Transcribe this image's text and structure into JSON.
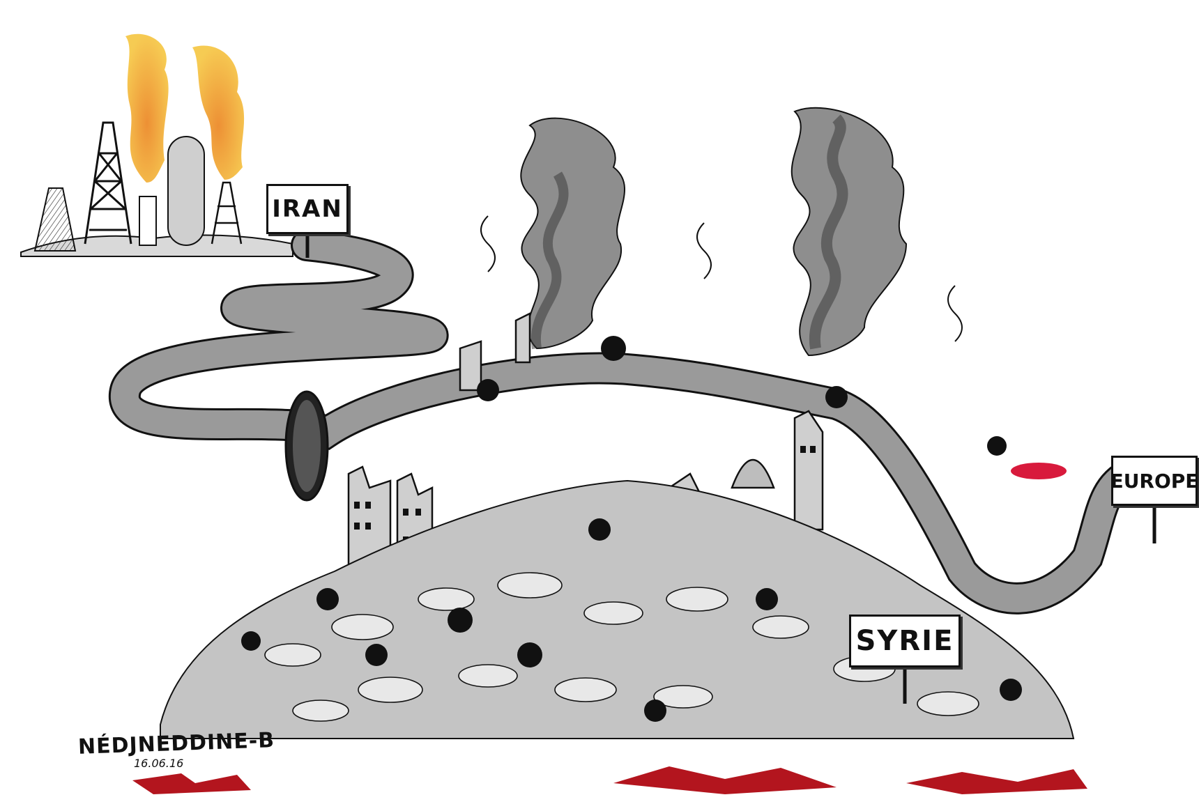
{
  "signs": {
    "iran": "IRAN",
    "europe": "EUROPE",
    "syrie": "SYRIE"
  },
  "signature": {
    "name": "NÉDJNEDDINE-B",
    "date": "16.06.16"
  },
  "colors": {
    "flame_yellow": "#f6c84a",
    "flame_orange": "#ec8a2a",
    "smoke_gray": "#8e8e8e",
    "pipe_gray": "#9a9a9a",
    "rubble_gray": "#c4c4c4",
    "blood_red": "#b3151e",
    "ink": "#111111"
  }
}
